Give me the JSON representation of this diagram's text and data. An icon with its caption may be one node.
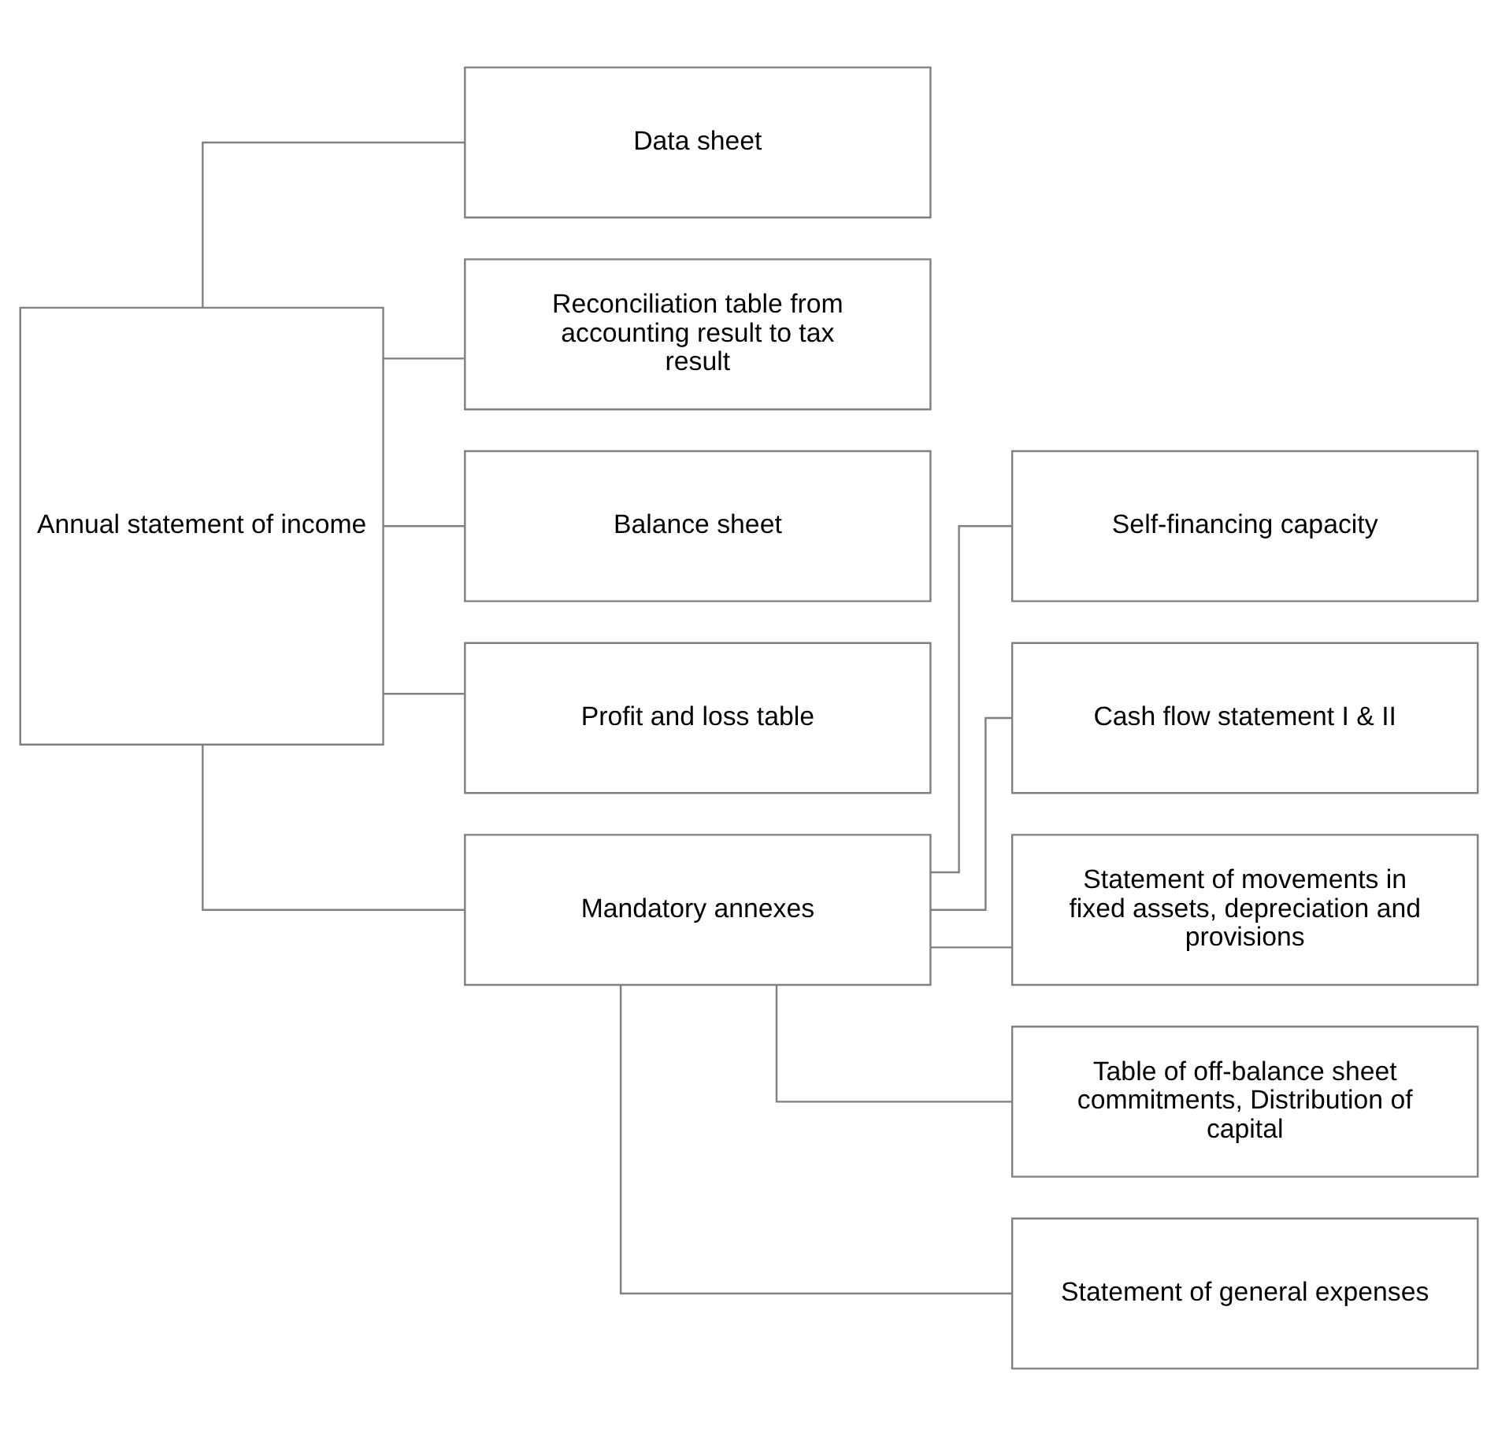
{
  "diagram": {
    "nodes": [
      {
        "text": [
          "Annual statement of income"
        ]
      },
      {
        "text": [
          "Data sheet"
        ]
      },
      {
        "text": [
          "Reconciliation table from accounting result to tax result"
        ]
      },
      {
        "text": [
          "Balance sheet"
        ]
      },
      {
        "text": [
          "Profit and loss table"
        ]
      },
      {
        "text": [
          "Mandatory annexes"
        ]
      },
      {
        "text": [
          "Self-financing capacity"
        ]
      },
      {
        "text": [
          "Cash flow statement I & II"
        ]
      },
      {
        "text": [
          "Statement of movements in fixed assets, depreciation and provisions"
        ]
      },
      {
        "text": [
          "Table of off-balance sheet commitments, Distribution of capital"
        ]
      },
      {
        "text": [
          "Statement of general expenses"
        ]
      }
    ],
    "edges": [
      {
        "from": 0,
        "to": 1,
        "arrow": "none"
      },
      {
        "from": 0,
        "to": 2,
        "arrow": "none"
      },
      {
        "from": 0,
        "to": 3,
        "arrow": "none"
      },
      {
        "from": 0,
        "to": 4,
        "arrow": "none"
      },
      {
        "from": 0,
        "to": 5,
        "arrow": "none"
      },
      {
        "from": 5,
        "to": 6,
        "arrow": "none"
      },
      {
        "from": 5,
        "to": 7,
        "arrow": "none"
      },
      {
        "from": 5,
        "to": 8,
        "arrow": "none"
      },
      {
        "from": 5,
        "to": 9,
        "arrow": "none"
      },
      {
        "from": 5,
        "to": 10,
        "arrow": "none"
      }
    ]
  }
}
